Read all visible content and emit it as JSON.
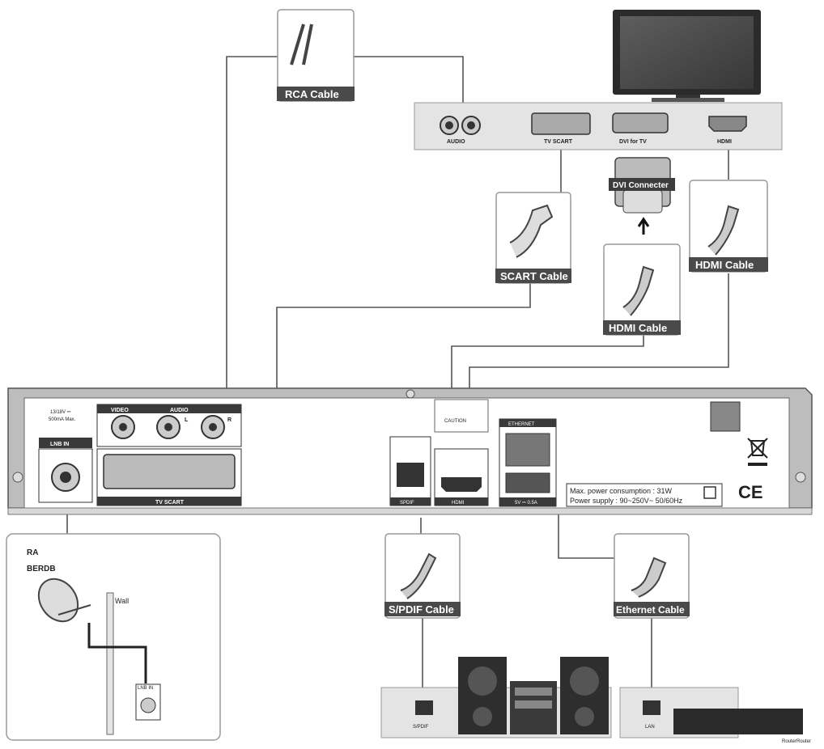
{
  "cables": {
    "rca": "RCA Cable",
    "scart": "SCART Cable",
    "hdmi_dvi": "HDMI Cable",
    "hdmi_tv": "HDMI Cable",
    "spdif": "S/PDIF Cable",
    "ethernet": "Ethernet Cable",
    "dvi_connector": "DVI Connecter"
  },
  "tv_panel": {
    "audio": "AUDIO",
    "tv_scart": "TV SCART",
    "dvi": "DVI for TV",
    "hdmi": "HDMI"
  },
  "receiver": {
    "lnb_power": "13/18V ⎓",
    "lnb_current": "500mA Max.",
    "lnb_in": "LNB IN",
    "video": "VIDEO",
    "audio": "AUDIO",
    "audio_l": "L",
    "audio_r": "R",
    "tv_scart": "TV SCART",
    "spdif": "SPDIF",
    "hdmi": "HDMI",
    "usb": "5V ⎓ 0.5A",
    "ethernet": "ETHERNET",
    "caution": "CAUTION",
    "power_consumption": "Max. power consumption : 31W",
    "power_supply": "Power supply : 90~250V~ 50/60Hz"
  },
  "dish": {
    "line1": "RA",
    "line2": "BERDB",
    "wall": "Wall",
    "lnb_in": "LNB IN"
  },
  "devices": {
    "audio_spdif": "S/PDIF",
    "router_lan": "LAN",
    "router": "RouterRouter"
  }
}
